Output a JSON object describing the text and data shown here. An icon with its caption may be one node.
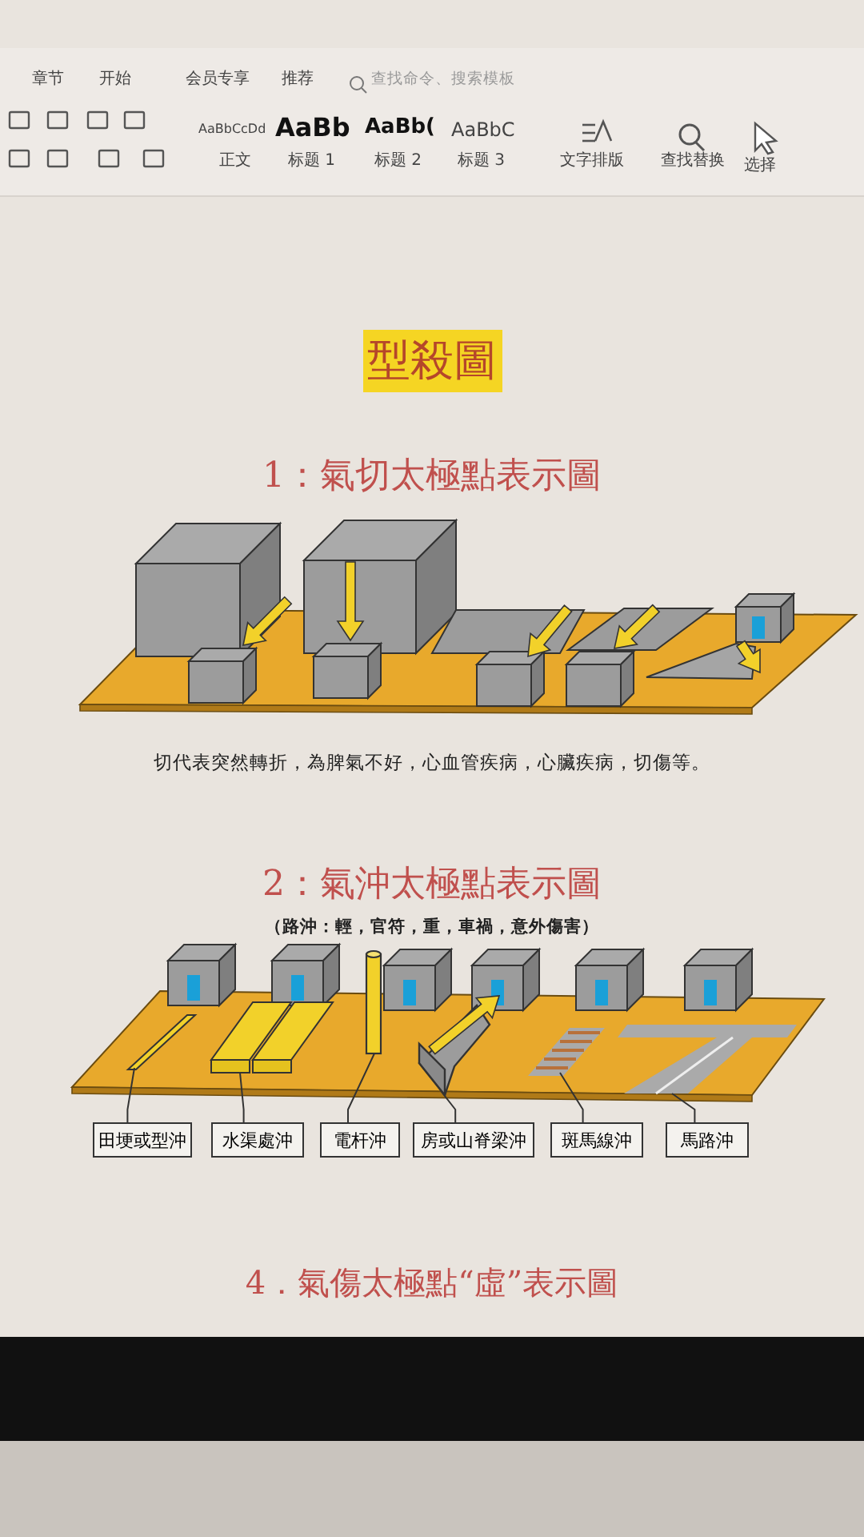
{
  "diagram": {
    "title": "型殺圖",
    "nodes": [
      {
        "text": [
          "田埂或型沖"
        ]
      },
      {
        "text": [
          "水渠處沖"
        ]
      },
      {
        "text": [
          "電杆沖"
        ]
      },
      {
        "text": [
          "房或山脊梁沖"
        ]
      },
      {
        "text": [
          "斑馬線沖"
        ]
      },
      {
        "text": [
          "馬路沖"
        ]
      },
      {
        "text": [],
        "shape": "bar"
      },
      {
        "text": [],
        "shape": "bar"
      },
      {
        "text": [],
        "shape": "cylinder"
      },
      {
        "text": [],
        "shape": "box"
      },
      {
        "text": [],
        "shape": "picture"
      },
      {
        "text": [],
        "shape": "picture"
      }
    ],
    "edges": [
      {
        "from": 0,
        "to": 6,
        "arrow": "none"
      },
      {
        "from": 1,
        "to": 7,
        "arrow": "none"
      },
      {
        "from": 2,
        "to": 8,
        "arrow": "none"
      },
      {
        "from": 3,
        "to": 9,
        "arrow": "none"
      },
      {
        "from": 4,
        "to": 10,
        "arrow": "none"
      },
      {
        "from": 5,
        "to": 11,
        "arrow": "none"
      }
    ],
    "labels": [
      "章节",
      "开始",
      "会员专享",
      "推荐",
      "查找命令、搜索模板",
      "AaBbCcDd",
      "正文",
      "AaBb",
      "标题 1",
      "AaBb(",
      "标题 2",
      "AaBbC",
      "标题 3",
      "文字排版",
      "查找替换",
      "选择",
      "1：氣切太極點表示圖",
      "切代表突然轉折，為脾氣不好，心血管疾病，心臟疾病，切傷等。",
      "2：氣沖太極點表示圖",
      "（路沖：輕，官符，重，車禍，意外傷害）",
      "4．氣傷太極點“虛”表示圖"
    ]
  }
}
